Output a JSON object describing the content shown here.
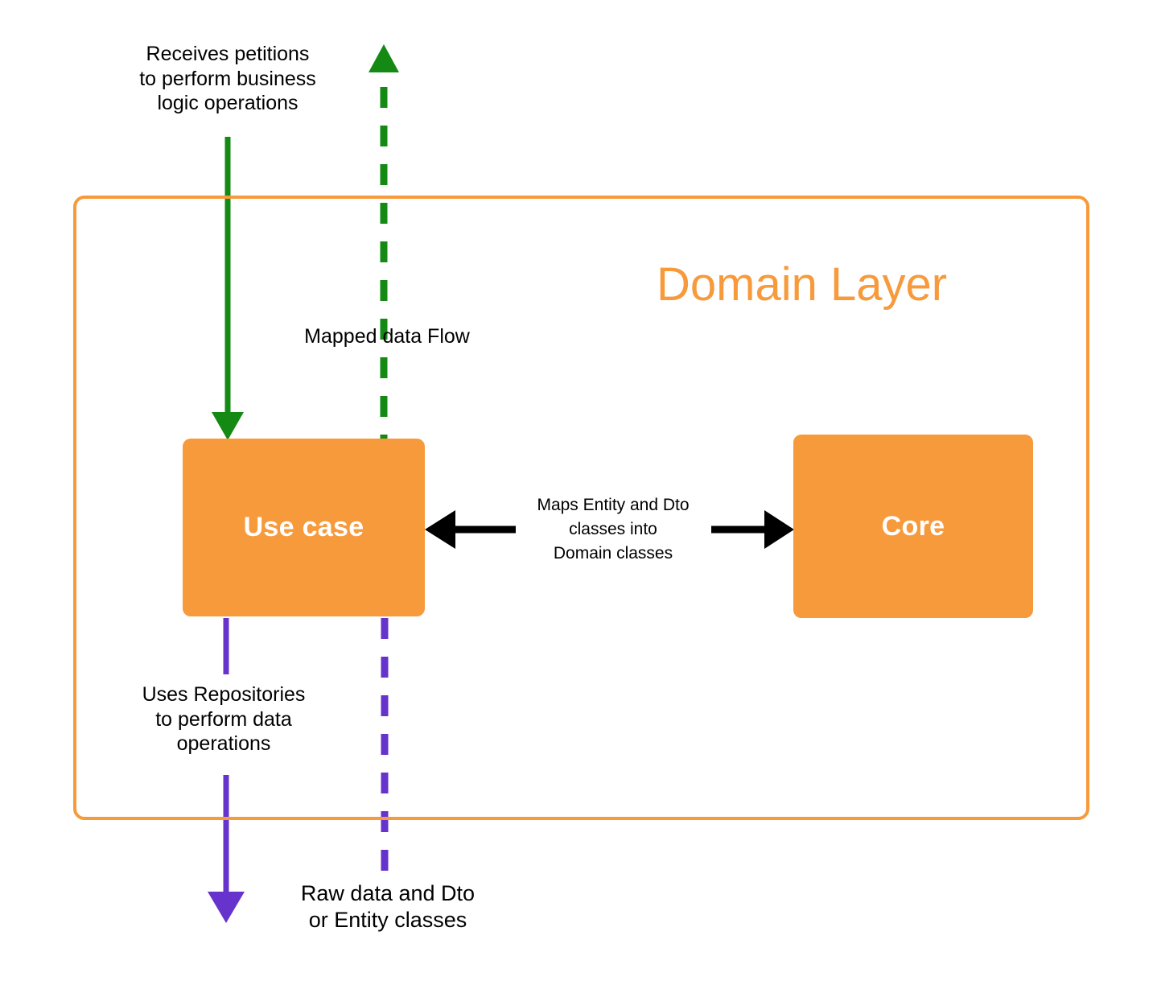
{
  "diagram": {
    "title": "Domain Layer",
    "colors": {
      "orange": "#F79A3C",
      "green": "#148A14",
      "purple": "#6633CC",
      "black": "#000000",
      "white": "#FFFFFF"
    },
    "nodes": [
      {
        "id": "use-case",
        "label": "Use case"
      },
      {
        "id": "core",
        "label": "Core"
      }
    ],
    "edges": [
      {
        "id": "receives-petitions",
        "label": "Receives petitions\nto perform business\nlogic operations",
        "color": "#148A14",
        "style": "solid",
        "direction": "down",
        "from": "outside-top",
        "to": "use-case"
      },
      {
        "id": "mapped-data-flow",
        "label": "Mapped data Flow",
        "color": "#148A14",
        "style": "dashed",
        "direction": "up",
        "from": "use-case",
        "to": "outside-top"
      },
      {
        "id": "maps-entity-and-dto",
        "label": "Maps Entity and Dto\nclasses into\nDomain classes",
        "color": "#000000",
        "style": "solid",
        "direction": "bidirectional",
        "from": "core",
        "to": "use-case"
      },
      {
        "id": "uses-repositories",
        "label": "Uses Repositories\nto perform data\noperations",
        "color": "#6633CC",
        "style": "solid",
        "direction": "down",
        "from": "use-case",
        "to": "outside-bottom"
      },
      {
        "id": "raw-data-and-dto",
        "label": "Raw data and Dto\nor Entity classes",
        "color": "#6633CC",
        "style": "dashed",
        "direction": "down",
        "from": "use-case",
        "to": "outside-bottom"
      }
    ]
  }
}
